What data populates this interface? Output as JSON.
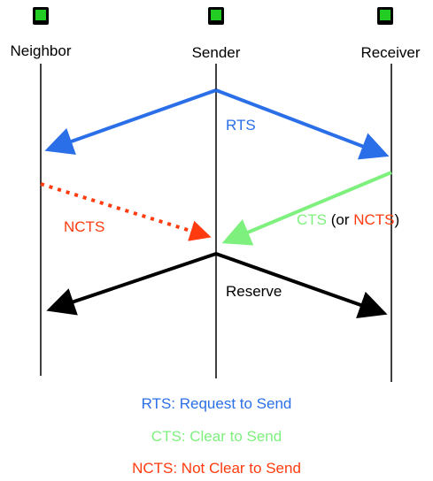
{
  "nodes": {
    "neighbor": "Neighbor",
    "sender": "Sender",
    "receiver": "Receiver"
  },
  "messages": {
    "rts": "RTS",
    "ncts": "NCTS",
    "cts_prefix": "CTS",
    "cts_middle": " (or ",
    "cts_ncts": "NCTS",
    "cts_suffix": ")",
    "reserve": "Reserve"
  },
  "legend": {
    "rts": "RTS: Request to Send",
    "cts": "CTS: Clear to Send",
    "ncts": "NCTS: Not Clear to Send"
  },
  "colors": {
    "rts": "#2b6fe8",
    "cts": "#7ef07e",
    "ncts": "#ff3b0f",
    "reserve": "#000000",
    "device_screen": "#22cc22",
    "device_body": "#000000"
  },
  "icons": [
    "device-icon",
    "device-icon",
    "device-icon"
  ]
}
